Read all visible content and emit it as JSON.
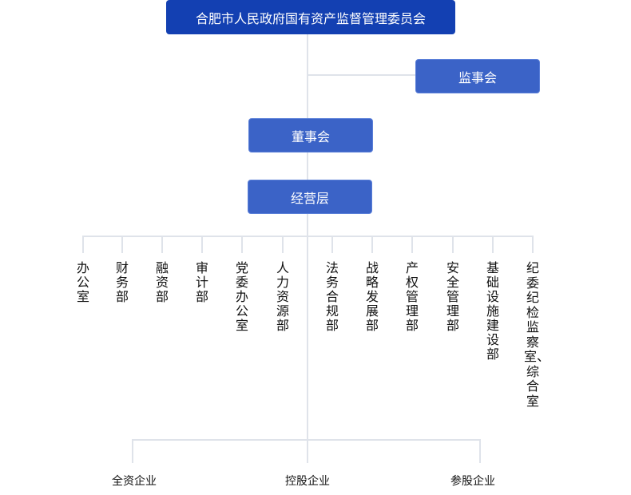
{
  "top": {
    "label": "合肥市人民政府国有资产监督管理委员会"
  },
  "supervisor": {
    "label": "监事会"
  },
  "board": {
    "label": "董事会"
  },
  "management": {
    "label": "经营层"
  },
  "departments": [
    "办公室",
    "财务部",
    "融资部",
    "审计部",
    "党委办公室",
    "人力资源部",
    "法务合规部",
    "战略发展部",
    "产权管理部",
    "安全管理部",
    "基础设施建设部",
    "纪委纪检监察室、综合室"
  ],
  "enterprises": [
    "全资企业",
    "控股企业",
    "参股企业"
  ],
  "colors": {
    "top": "#1340b2",
    "box": "#3b63c7",
    "line": "#dfe3ea"
  }
}
